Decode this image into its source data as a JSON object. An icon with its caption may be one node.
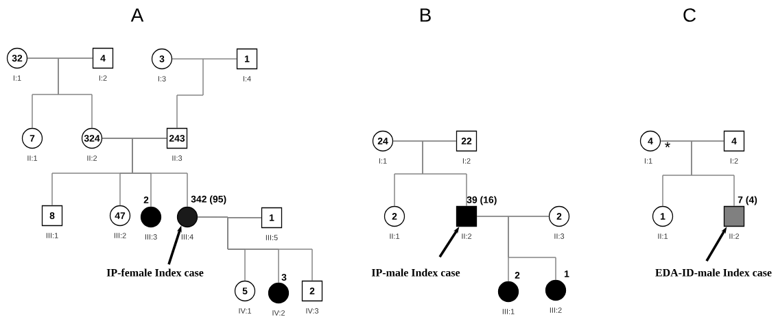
{
  "diagram": {
    "nodes": [
      {
        "text": [
          "32"
        ],
        "beside": [
          "I:1"
        ]
      },
      {
        "text": [
          "4"
        ],
        "beside": [
          "I:2"
        ]
      },
      {
        "text": [
          "3"
        ],
        "beside": [
          "I:3"
        ]
      },
      {
        "text": [
          "1"
        ],
        "beside": [
          "I:4"
        ]
      },
      {
        "text": [
          "7"
        ],
        "beside": [
          "II:1"
        ]
      },
      {
        "text": [
          "324"
        ],
        "beside": [
          "II:2"
        ]
      },
      {
        "text": [
          "243"
        ],
        "beside": [
          "II:3"
        ]
      },
      {
        "text": [
          "8"
        ],
        "beside": [
          "III:1"
        ]
      },
      {
        "text": [
          "47"
        ],
        "beside": [
          "III:2"
        ]
      },
      {
        "text": [],
        "shape": "circle",
        "beside": [
          "2",
          "III:3"
        ]
      },
      {
        "text": [],
        "shape": "circle",
        "beside": [
          "342 (95)",
          "III:4"
        ]
      },
      {
        "text": [
          "1"
        ],
        "beside": [
          "III:5"
        ]
      },
      {
        "text": [
          "5"
        ],
        "beside": [
          "IV:1"
        ]
      },
      {
        "text": [],
        "shape": "circle",
        "beside": [
          "3",
          "IV:2"
        ]
      },
      {
        "text": [
          "2"
        ],
        "beside": [
          "IV:3"
        ]
      },
      {
        "text": [
          "IP-female Index case"
        ]
      },
      {
        "text": [
          "24"
        ],
        "beside": [
          "I:1"
        ]
      },
      {
        "text": [
          "22"
        ],
        "beside": [
          "I:2"
        ]
      },
      {
        "text": [
          "2"
        ],
        "beside": [
          "II:1"
        ]
      },
      {
        "text": [],
        "shape": "box",
        "beside": [
          "39 (16)",
          "II:2"
        ]
      },
      {
        "text": [
          "2"
        ],
        "beside": [
          "II:3"
        ]
      },
      {
        "text": [],
        "shape": "circle",
        "beside": [
          "2",
          "III:1"
        ]
      },
      {
        "text": [],
        "shape": "circle",
        "beside": [
          "1",
          "III:2"
        ]
      },
      {
        "text": [
          "IP-male Index case"
        ]
      },
      {
        "text": [
          "4"
        ],
        "beside": [
          "*",
          "I:1"
        ]
      },
      {
        "text": [
          "4"
        ],
        "beside": [
          "I:2"
        ]
      },
      {
        "text": [
          "1"
        ],
        "beside": [
          "II:1"
        ]
      },
      {
        "text": [],
        "shape": "box",
        "beside": [
          "7 (4)",
          "II:2"
        ]
      },
      {
        "text": [
          "EDA-ID-male Index case"
        ]
      }
    ],
    "edges": [
      {
        "from": 0,
        "to": 1,
        "arrow": "none"
      },
      {
        "from": 0,
        "to": 4,
        "arrow": "none"
      },
      {
        "from": 1,
        "to": 4,
        "arrow": "none"
      },
      {
        "from": 0,
        "to": 5,
        "arrow": "none"
      },
      {
        "from": 1,
        "to": 5,
        "arrow": "none"
      },
      {
        "from": 2,
        "to": 3,
        "arrow": "none"
      },
      {
        "from": 2,
        "to": 6,
        "arrow": "none"
      },
      {
        "from": 3,
        "to": 6,
        "arrow": "none"
      },
      {
        "from": 5,
        "to": 6,
        "arrow": "none"
      },
      {
        "from": 5,
        "to": 7,
        "arrow": "none"
      },
      {
        "from": 6,
        "to": 7,
        "arrow": "none"
      },
      {
        "from": 5,
        "to": 8,
        "arrow": "none"
      },
      {
        "from": 6,
        "to": 8,
        "arrow": "none"
      },
      {
        "from": 5,
        "to": 9,
        "arrow": "none"
      },
      {
        "from": 6,
        "to": 9,
        "arrow": "none"
      },
      {
        "from": 5,
        "to": 10,
        "arrow": "none"
      },
      {
        "from": 6,
        "to": 10,
        "arrow": "none"
      },
      {
        "from": 10,
        "to": 11,
        "arrow": "none"
      },
      {
        "from": 10,
        "to": 12,
        "arrow": "none"
      },
      {
        "from": 11,
        "to": 12,
        "arrow": "none"
      },
      {
        "from": 10,
        "to": 13,
        "arrow": "none"
      },
      {
        "from": 11,
        "to": 13,
        "arrow": "none"
      },
      {
        "from": 10,
        "to": 14,
        "arrow": "none"
      },
      {
        "from": 11,
        "to": 14,
        "arrow": "none"
      },
      {
        "from": 15,
        "to": 10,
        "arrow": "to",
        "style": "thick",
        "color": "#000000"
      },
      {
        "from": 16,
        "to": 17,
        "arrow": "none"
      },
      {
        "from": 16,
        "to": 18,
        "arrow": "none"
      },
      {
        "from": 17,
        "to": 18,
        "arrow": "none"
      },
      {
        "from": 16,
        "to": 19,
        "arrow": "none"
      },
      {
        "from": 17,
        "to": 19,
        "arrow": "none"
      },
      {
        "from": 19,
        "to": 20,
        "arrow": "none"
      },
      {
        "from": 19,
        "to": 21,
        "arrow": "none"
      },
      {
        "from": 20,
        "to": 21,
        "arrow": "none"
      },
      {
        "from": 19,
        "to": 22,
        "arrow": "none"
      },
      {
        "from": 20,
        "to": 22,
        "arrow": "none"
      },
      {
        "from": 23,
        "to": 19,
        "arrow": "to",
        "style": "thick",
        "color": "#000000"
      },
      {
        "from": 24,
        "to": 25,
        "arrow": "none"
      },
      {
        "from": 24,
        "to": 26,
        "arrow": "none"
      },
      {
        "from": 25,
        "to": 26,
        "arrow": "none"
      },
      {
        "from": 24,
        "to": 27,
        "arrow": "none"
      },
      {
        "from": 25,
        "to": 27,
        "arrow": "none"
      },
      {
        "from": 28,
        "to": 27,
        "arrow": "to",
        "style": "thick",
        "color": "#000000"
      }
    ],
    "labels": [
      "A",
      "B",
      "C"
    ]
  }
}
